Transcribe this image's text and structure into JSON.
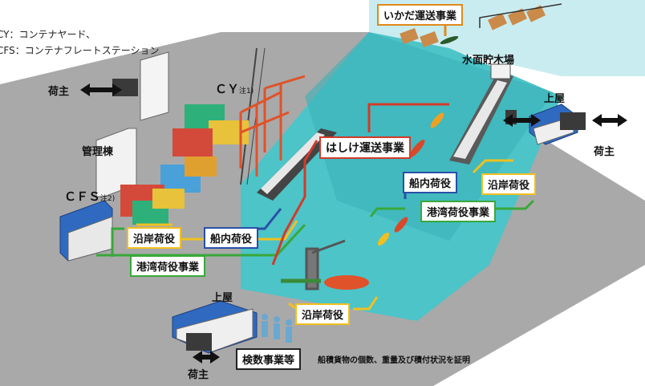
{
  "legend": {
    "cy": "CY：コンテナヤード、",
    "cfs": "CFS：コンテナフレートステーション"
  },
  "labels": {
    "shipper": "荷主",
    "admin_building": "管理棟",
    "cy": "ＣＹ",
    "cy_note": "注1)",
    "cfs": "ＣＦＳ",
    "cfs_note": "注2)",
    "warehouse": "上屋",
    "water_timber": "水面貯木場"
  },
  "boxes": {
    "ikada": "いかだ運送事業",
    "hashike": "はしけ運送事業",
    "ship_cargo_right": "船内荷役",
    "coastal_cargo_right": "沿岸荷役",
    "port_cargo_right": "港湾荷役事業",
    "coastal_cargo_left": "沿岸荷役",
    "ship_cargo_left": "船内荷役",
    "port_cargo_left": "港湾荷役事業",
    "coastal_cargo_bottom": "沿岸荷役",
    "inspection": "検数事業等"
  },
  "inspection_note": "船積貨物の個数、重量及び積付状況を証明",
  "colors": {
    "ground": "#a9a9a9",
    "water": "#4cc4c8",
    "water_light": "#c9ecf0",
    "yellow": "#f0c020",
    "blue": "#2a4fa8",
    "green": "#39a83a",
    "red": "#d23a2a",
    "orange": "#e08a1a"
  }
}
